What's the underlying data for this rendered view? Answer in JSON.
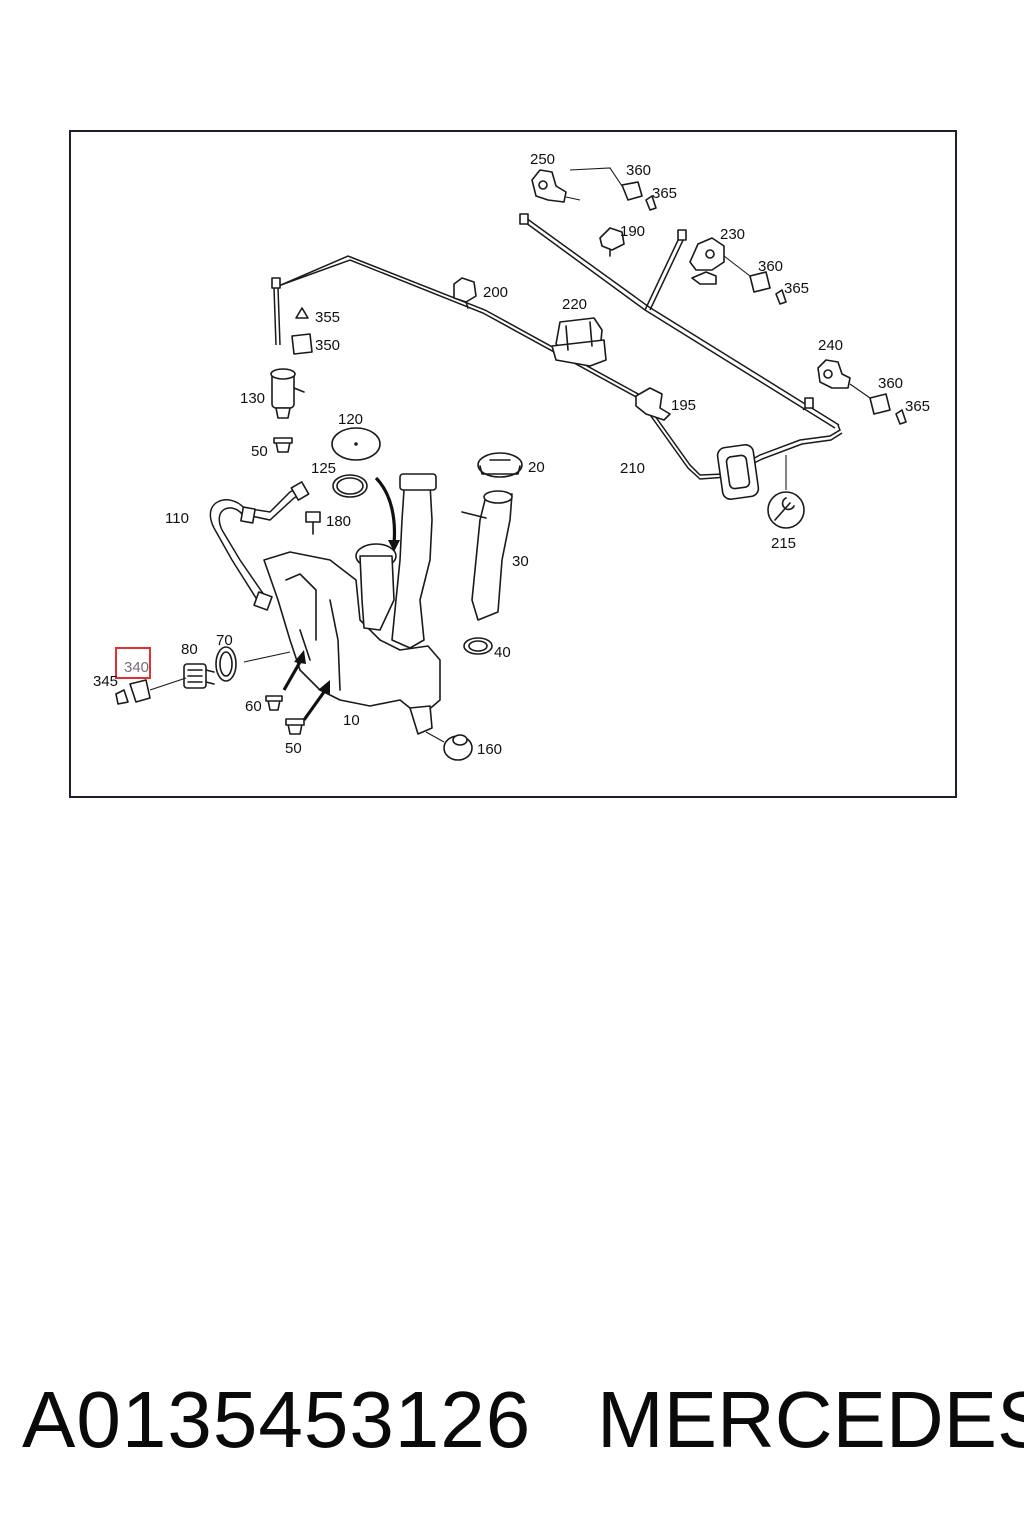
{
  "diagram": {
    "labels": {
      "p250": "250",
      "p360a": "360",
      "p365a": "365",
      "p190": "190",
      "p230": "230",
      "p360b": "360",
      "p365b": "365",
      "p200": "200",
      "p220": "220",
      "p355": "355",
      "p350": "350",
      "p240": "240",
      "p360c": "360",
      "p365c": "365",
      "p130": "130",
      "p195": "195",
      "p120": "120",
      "p50a": "50",
      "p125": "125",
      "p20": "20",
      "p210": "210",
      "p110": "110",
      "p180": "180",
      "p215": "215",
      "p30": "30",
      "p80": "80",
      "p70": "70",
      "p340": "340",
      "p345": "345",
      "p40": "40",
      "p60": "60",
      "p10": "10",
      "p50b": "50",
      "p160": "160"
    },
    "highlighted_part": "340",
    "highlight_color": "#e0332f"
  },
  "footer": {
    "part_number": "A0135453126",
    "brand": "MERCEDES"
  }
}
